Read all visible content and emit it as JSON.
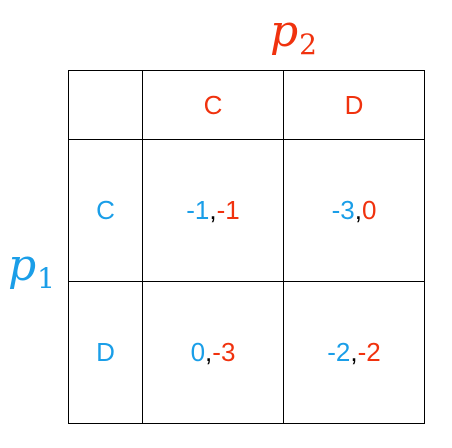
{
  "colors": {
    "player1": "#1a9ee8",
    "player2": "#f0320e",
    "separator": "#000000"
  },
  "players": {
    "p1": {
      "symbol": "p",
      "subscript": "1"
    },
    "p2": {
      "symbol": "p",
      "subscript": "2"
    }
  },
  "columns": [
    "C",
    "D"
  ],
  "rows": [
    {
      "label": "C",
      "cells": [
        {
          "p1": "-1",
          "sep": ",",
          "p2": "-1"
        },
        {
          "p1": "-3",
          "sep": ",",
          "p2": "0"
        }
      ]
    },
    {
      "label": "D",
      "cells": [
        {
          "p1": "0",
          "sep": ",",
          "p2": "-3"
        },
        {
          "p1": "-2",
          "sep": ",",
          "p2": "-2"
        }
      ]
    }
  ]
}
